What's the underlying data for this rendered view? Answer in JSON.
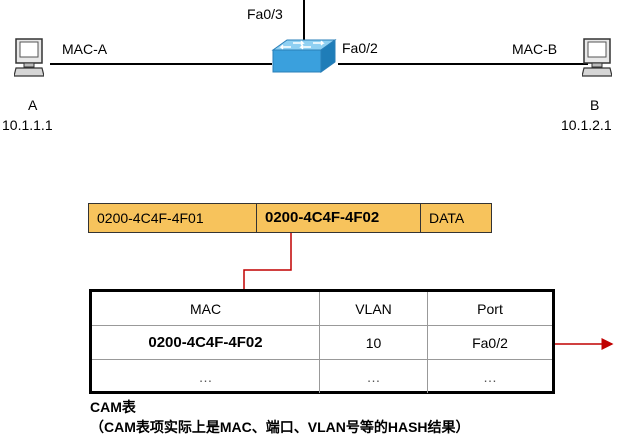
{
  "topology": {
    "switch_port_up": "Fa0/3",
    "switch_port_right": "Fa0/2",
    "host_a": {
      "mac_label": "MAC-A",
      "name": "A",
      "ip": "10.1.1.1"
    },
    "host_b": {
      "mac_label": "MAC-B",
      "name": "B",
      "ip": "10.1.2.1"
    }
  },
  "frame": {
    "src_mac": "0200-4C4F-4F01",
    "dst_mac": "0200-4C4F-4F02",
    "payload": "DATA"
  },
  "cam_table": {
    "headers": [
      "MAC",
      "VLAN",
      "Port"
    ],
    "entry": {
      "mac": "0200-4C4F-4F02",
      "vlan": "10",
      "port": "Fa0/2"
    },
    "placeholder": "…"
  },
  "caption": {
    "title": "CAM表",
    "note": "（CAM表项实际上是MAC、端口、VLAN号等的HASH结果）"
  },
  "colors": {
    "frame_fill": "#f7c35c",
    "arrow": "#c00000",
    "switch_blue": "#3aa0dd"
  }
}
